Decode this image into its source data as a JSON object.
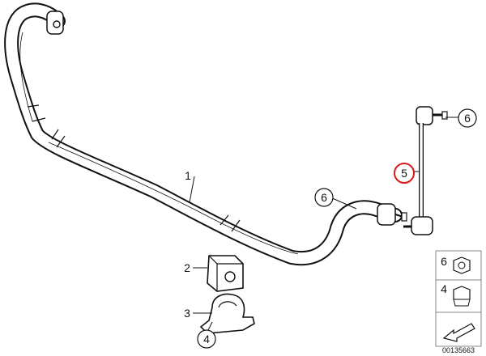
{
  "callouts": {
    "c1": "1",
    "c2": "2",
    "c3": "3",
    "c4": "4",
    "c5": "5",
    "c6_top": "6",
    "c6_mid": "6"
  },
  "legend": {
    "item_top": "6",
    "item_bottom": "4"
  },
  "diagram_ref": "00135663",
  "colors": {
    "line": "#111111",
    "highlight": "#d81a1a",
    "fill": "#ffffff",
    "shade": "#dcdcdc"
  }
}
